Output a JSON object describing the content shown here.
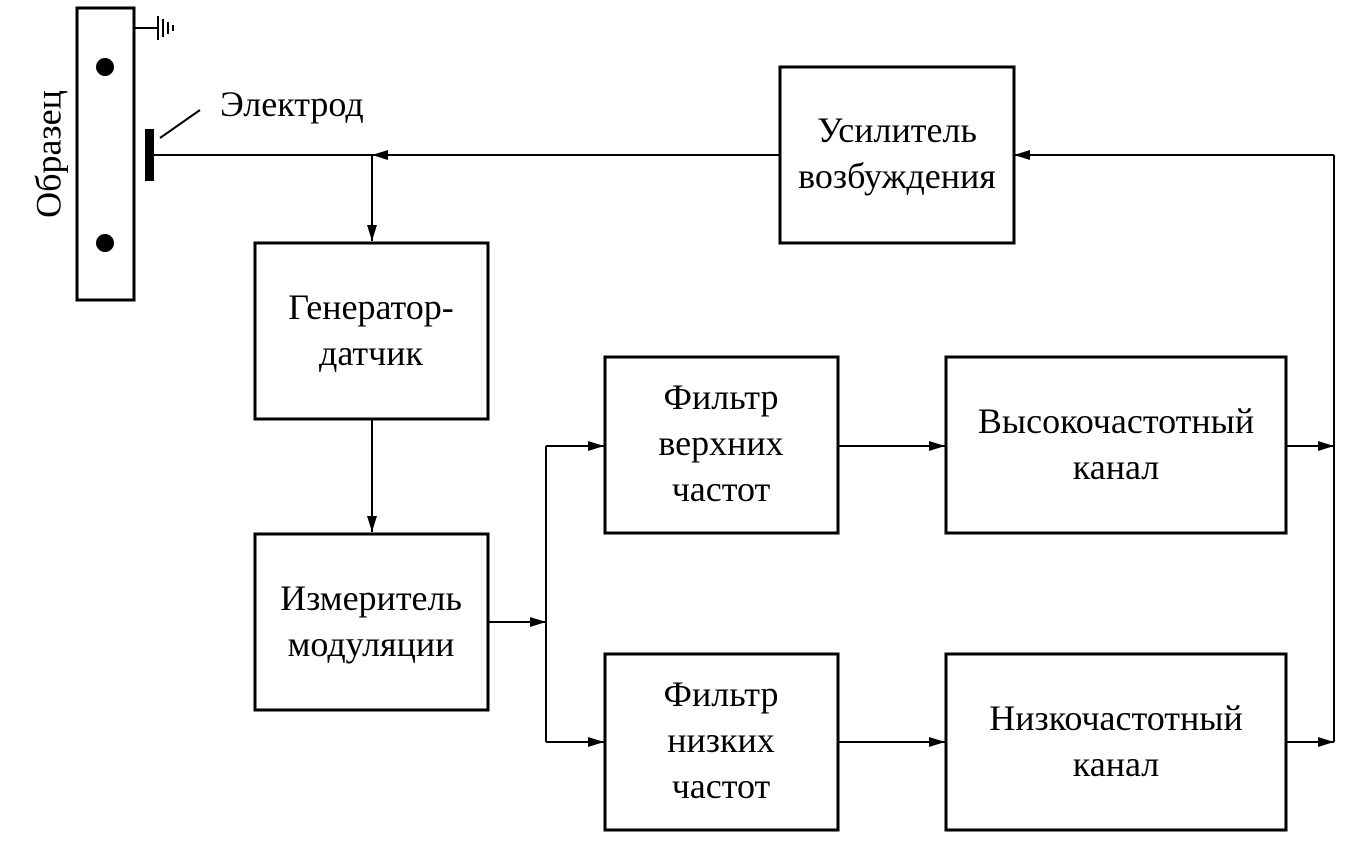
{
  "sample_label": "Образец",
  "electrode_label": "Электрод",
  "blocks": {
    "excitation_amplifier": [
      "Усилитель",
      "возбуждения"
    ],
    "generator_sensor": [
      "Генератор-",
      "датчик"
    ],
    "modulation_meter": [
      "Измеритель",
      "модуляции"
    ],
    "high_pass_filter": [
      "Фильтр",
      "верхних",
      "частот"
    ],
    "low_pass_filter": [
      "Фильтр",
      "низких",
      "частот"
    ],
    "high_freq_channel": [
      "Высокочастотный",
      "канал"
    ],
    "low_freq_channel": [
      "Низкочастотный",
      "канал"
    ]
  }
}
